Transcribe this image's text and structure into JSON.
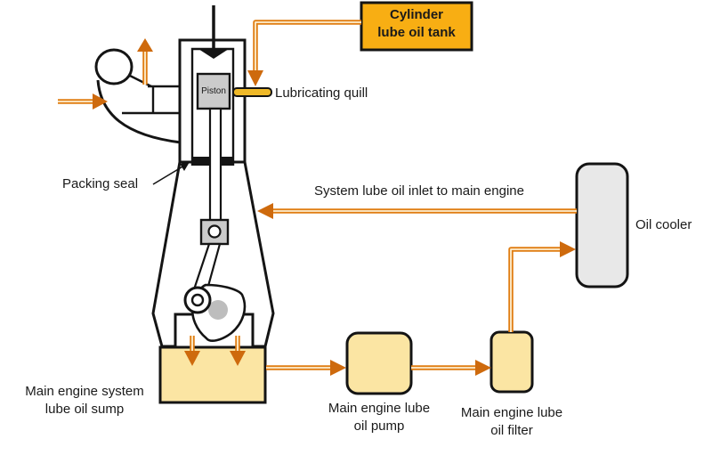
{
  "colors": {
    "pipe_orange": "#E07E14",
    "pipe_core": "#FDEFD2",
    "arrowhead_orange": "#CE6A0D",
    "tank_fill": "#F8AE13",
    "component_fill": "#FBE5A3",
    "cooler_fill": "#E8E8E8",
    "metal_gray": "#CBCBCB",
    "crankpin_gray": "#BDBDBD",
    "quill_fill": "#EFB929",
    "outline_black": "#141414",
    "text_color": "#1A1A1A"
  },
  "labels": {
    "cylinder_tank_line1": "Cylinder",
    "cylinder_tank_line2": "lube oil tank",
    "lubricating_quill": "Lubricating quill",
    "packing_seal": "Packing seal",
    "piston": "Piston",
    "system_inlet": "System lube oil inlet to main engine",
    "oil_cooler": "Oil cooler",
    "sump_line1": "Main engine system",
    "sump_line2": "lube oil sump",
    "pump_line1": "Main engine lube",
    "pump_line2": "oil pump",
    "filter_line1": "Main engine lube",
    "filter_line2": "oil filter"
  }
}
